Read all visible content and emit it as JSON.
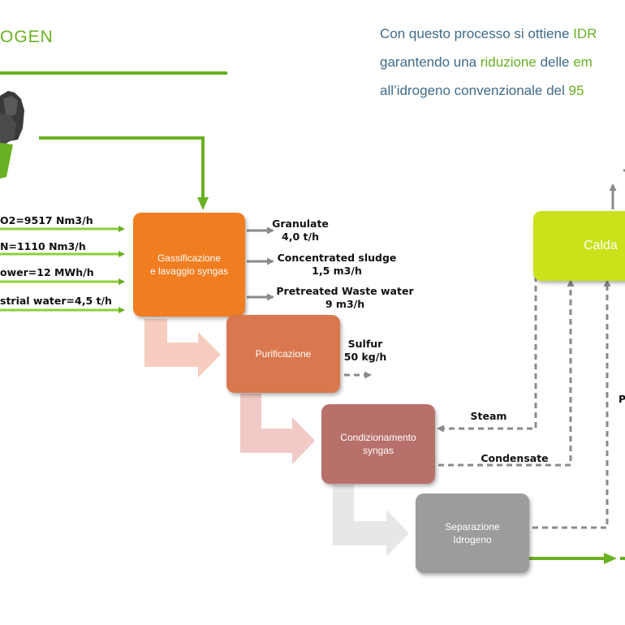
{
  "header": {
    "title": "OGEN"
  },
  "intro": {
    "line1_a": "Con questo processo si ottiene ",
    "line1_b": "IDR",
    "line2_a": "garantendo una ",
    "line2_b": "riduzione",
    "line2_c": " delle ",
    "line2_d": "em",
    "line3_a": "all’idrogeno convenzionale del ",
    "line3_b": "95"
  },
  "inputs": [
    {
      "label": "O2=9517 Nm3/h"
    },
    {
      "label": "N=1110 Nm3/h"
    },
    {
      "label": "ower=12 MWh/h"
    },
    {
      "label": "strial water=4,5 t/h"
    }
  ],
  "stages": {
    "gasification": "Gassificazione\ne lavaggio syngas",
    "purification": "Purificazione",
    "conditioning": "Condizionamento\nsyngas",
    "separation": "Separazione\nIdrogeno",
    "boiler": "Calda"
  },
  "outputs": {
    "granulate": "Granulate\n4,0 t/h",
    "sludge": "Concentrated sludge\n1,5 m3/h",
    "waste_water": "Pretreated Waste water\n9 m3/h",
    "sulfur": "Sulfur\n50 kg/h",
    "steam": "Steam",
    "condensate": "Condensate",
    "right_cut": "P"
  },
  "colors": {
    "accent_green": "#6ab023",
    "text_blue": "#3f6a8a",
    "gasification": "#f07d20",
    "purification": "#d9774e",
    "conditioning": "#b8706a",
    "separation": "#9c9c9c",
    "boiler": "#c9e21a",
    "dashed": "#8a8a8a"
  }
}
